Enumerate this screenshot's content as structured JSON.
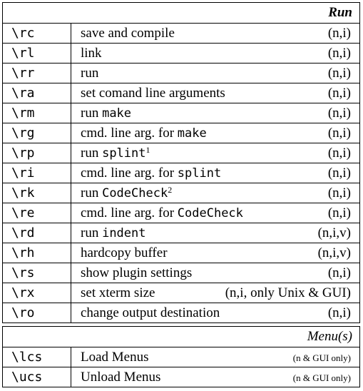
{
  "run_section": {
    "title": "Run",
    "rows": [
      {
        "cmd": "\\rc",
        "desc": "save and compile",
        "code": "",
        "sup": "",
        "modes": "(n,i)"
      },
      {
        "cmd": "\\rl",
        "desc": "link",
        "code": "",
        "sup": "",
        "modes": "(n,i)"
      },
      {
        "cmd": "\\rr",
        "desc": "run",
        "code": "",
        "sup": "",
        "modes": "(n,i)"
      },
      {
        "cmd": "\\ra",
        "desc": "set comand line arguments",
        "code": "",
        "sup": "",
        "modes": "(n,i)"
      },
      {
        "cmd": "\\rm",
        "desc": "run ",
        "code": "make",
        "sup": "",
        "modes": "(n,i)"
      },
      {
        "cmd": "\\rg",
        "desc": "cmd. line arg. for ",
        "code": "make",
        "sup": "",
        "modes": "(n,i)"
      },
      {
        "cmd": "\\rp",
        "desc": "run ",
        "code": "splint",
        "sup": "1",
        "modes": "(n,i)"
      },
      {
        "cmd": "\\ri",
        "desc": "cmd. line arg. for ",
        "code": "splint",
        "sup": "",
        "modes": "(n,i)"
      },
      {
        "cmd": "\\rk",
        "desc": "run ",
        "code": "CodeCheck",
        "sup": "2",
        "modes": "(n,i)"
      },
      {
        "cmd": "\\re",
        "desc": "cmd. line arg. for ",
        "code": "CodeCheck",
        "sup": "",
        "modes": "(n,i)"
      },
      {
        "cmd": "\\rd",
        "desc": "run ",
        "code": "indent",
        "sup": "",
        "modes": "(n,i,v)"
      },
      {
        "cmd": "\\rh",
        "desc": "hardcopy buffer",
        "code": "",
        "sup": "",
        "modes": "(n,i,v)"
      },
      {
        "cmd": "\\rs",
        "desc": "show plugin settings",
        "code": "",
        "sup": "",
        "modes": "(n,i)"
      },
      {
        "cmd": "\\rx",
        "desc": "set xterm size",
        "code": "",
        "sup": "",
        "modes": "(n,i, only Unix & GUI)"
      },
      {
        "cmd": "\\ro",
        "desc": "change output destination",
        "code": "",
        "sup": "",
        "modes": "(n,i)"
      }
    ]
  },
  "menu_section": {
    "title": "Menu(s)",
    "rows": [
      {
        "cmd": "\\lcs",
        "desc": "Load Menus",
        "code": "",
        "sup": "",
        "modes": "(n & GUI only)"
      },
      {
        "cmd": "\\ucs",
        "desc": "Unload Menus",
        "code": "",
        "sup": "",
        "modes": "(n & GUI only)"
      }
    ]
  }
}
